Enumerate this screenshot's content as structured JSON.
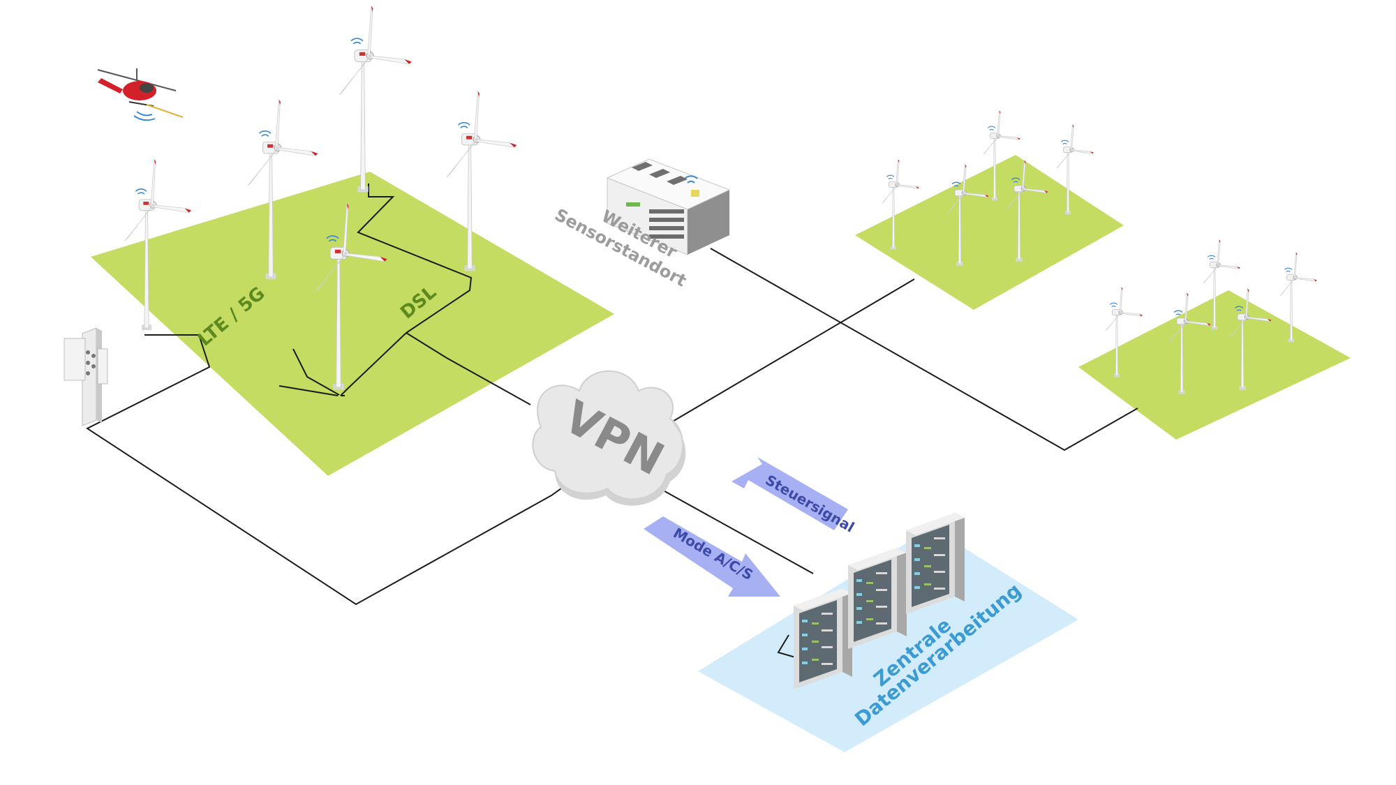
{
  "labels": {
    "lte": "LTE / 5G",
    "dsl": "DSL",
    "vpn": "VPN",
    "sensor_line1": "Weiterer",
    "sensor_line2": "Sensorstandort",
    "steuersignal": "Steuersignal",
    "mode": "Mode A/C/S",
    "zentrale_line1": "Zentrale",
    "zentrale_line2": "Datenverarbeitung"
  },
  "colors": {
    "field_green": "#c5dc62",
    "datacenter_blue": "#d3ecfb",
    "arrow_blue": "#a7b0f2",
    "lte_text": "#5c8a1f",
    "dsl_text": "#5c8a1f",
    "sensor_text": "#9c9c9c",
    "zentrale_text": "#3b9bd2",
    "vpn_text": "#8a8a8a",
    "line": "#1a1a1a"
  }
}
